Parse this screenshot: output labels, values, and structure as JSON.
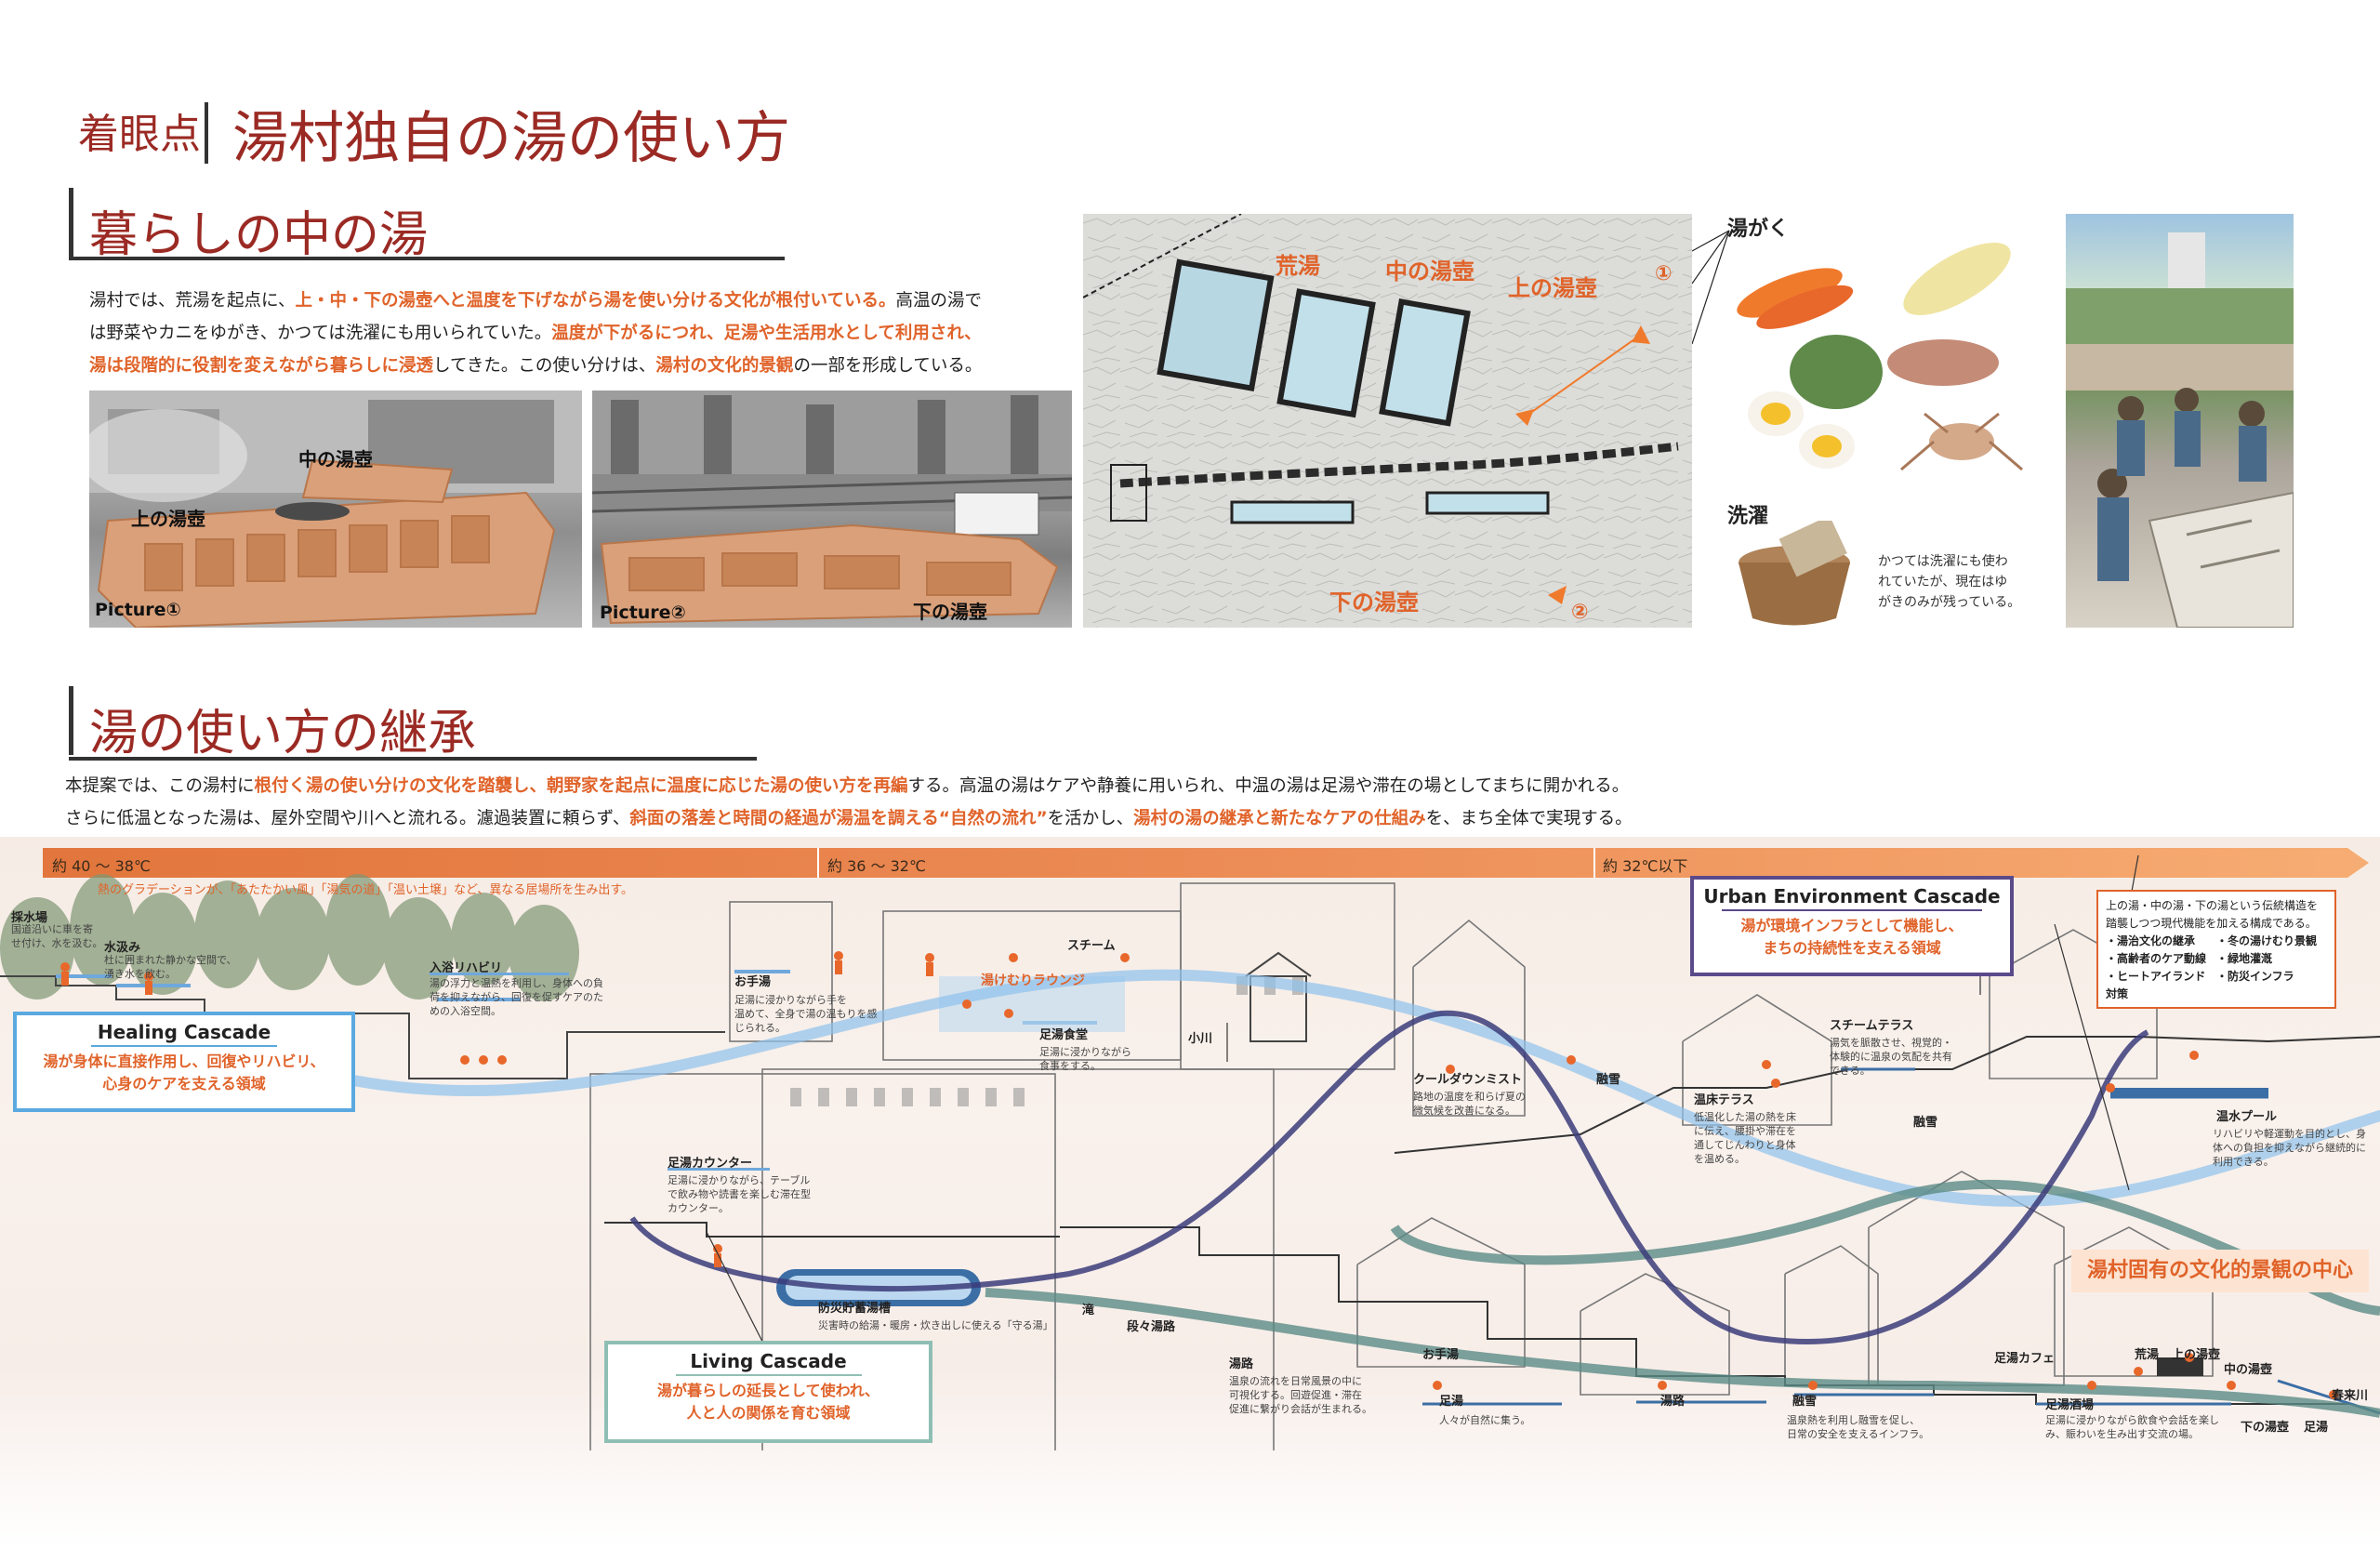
{
  "header": {
    "prefix": "着眼点",
    "title": "湯村独自の湯の使い方"
  },
  "section1": {
    "heading": "暮らしの中の湯",
    "lines": [
      [
        {
          "t": "湯村では、荒湯を起点に、",
          "h": false
        },
        {
          "t": "上・中・下の湯壺へと温度を下げながら湯を使い分ける文化が根付いている。",
          "h": true
        },
        {
          "t": "高温の湯で",
          "h": false
        }
      ],
      [
        {
          "t": "は野菜やカニをゆがき、かつては洗濯にも用いられていた。",
          "h": false
        },
        {
          "t": "温度が下がるにつれ、足湯や生活用水として利用され、",
          "h": true
        }
      ],
      [
        {
          "t": "湯は段階的に役割を変えながら暮らしに浸透",
          "h": true
        },
        {
          "t": "してきた。この使い分けは、",
          "h": false
        },
        {
          "t": "湯村の文化的景観",
          "h": true
        },
        {
          "t": "の一部を形成している。",
          "h": false
        }
      ]
    ]
  },
  "photo1": {
    "top_label": "中の湯壺",
    "mid_label": "上の湯壺",
    "caption": "Picture①"
  },
  "photo2": {
    "caption": "Picture②",
    "label": "下の湯壺"
  },
  "map": {
    "arayu": "荒湯",
    "naka": "中の湯壺",
    "ue": "上の湯壺",
    "shimo": "下の湯壺",
    "m1": "①",
    "m2": "②"
  },
  "yugaku": {
    "title": "湯がく",
    "sentaku": "洗濯",
    "note": [
      "かつては洗濯にも使わ",
      "れていたが、現在はゆ",
      "がきのみが残っている。"
    ]
  },
  "section2": {
    "heading": "湯の使い方の継承",
    "lines": [
      [
        {
          "t": "本提案では、この湯村に",
          "h": false
        },
        {
          "t": "根付く湯の使い分けの文化を踏襲し、朝野家を起点に温度に応じた湯の使い方を再編",
          "h": true
        },
        {
          "t": "する。高温の湯はケアや静養に用いられ、中温の湯は足湯や滞在の場としてまちに開かれる。",
          "h": false
        }
      ],
      [
        {
          "t": "さらに低温となった湯は、屋外空間や川へと流れる。濾過装置に頼らず、",
          "h": false
        },
        {
          "t": "斜面の落差と時間の経過が湯温を調える“自然の流れ”",
          "h": true
        },
        {
          "t": "を活かし、",
          "h": false
        },
        {
          "t": "湯村の湯の継承と新たなケアの仕組み",
          "h": true
        },
        {
          "t": "を、まち全体で実現する。",
          "h": false
        }
      ]
    ]
  },
  "diagram": {
    "temp_bands": [
      "約 40 〜 38℃",
      "約 36 〜 32℃",
      "約 32℃以下"
    ],
    "gradient_note": "熱のグラデーションが、「あたたかい風」「湯気の道」「温い土壌」など、異なる居場所を生み出す。",
    "healing": {
      "title": "Healing Cascade",
      "d1": "湯が身体に直接作用し、回復やリハビリ、",
      "d2": "心身のケアを支える領域"
    },
    "living": {
      "title": "Living Cascade",
      "d1": "湯が暮らしの延長として使われ、",
      "d2": "人と人の関係を育む領域"
    },
    "urban": {
      "title": "Urban Environment Cascade",
      "d1": "湯が環境インフラとして機能し、",
      "d2": "まちの持続性を支える領域"
    },
    "legend": {
      "intro1": "上の湯・中の湯・下の湯という伝統構造を",
      "intro2": "踏襲しつつ現代機能を加える構成である。",
      "items": [
        "・湯治文化の継承",
        "・冬の湯けむり景観",
        "・高齢者のケア動線",
        "・緑地灌漑",
        "・ヒートアイランド対策",
        "・防災インフラ"
      ]
    },
    "center_label": "湯村固有の文化的景観の中心",
    "labels": {
      "saisui": "採水場",
      "saisui_d1": "国道沿いに車を寄",
      "saisui_d2": "せ付け、水を汲む。",
      "mizukumi": "水汲み",
      "mizukumi_d1": "杜に囲まれた静かな空間で、",
      "mizukumi_d2": "湧き水を飲む。",
      "nyuyoku": "入浴リハビリ",
      "nyuyoku_d1": "湯の浮力と温熱を利用し、身体への負",
      "nyuyoku_d2": "荷を抑えながら、回復を促すケアのた",
      "nyuyoku_d3": "めの入浴空間。",
      "otete": "お手湯",
      "otete_d1": "足湯に浸かりながら手を",
      "otete_d2": "温めて、全身で湯の温もりを感",
      "otete_d3": "じられる。",
      "steam": "スチーム",
      "lounge": "湯けむりラウンジ",
      "ashiyu_shokudo": "足湯食堂",
      "shokudo_d1": "足湯に浸かりながら",
      "shokudo_d2": "食事をする。",
      "ogawa": "小川",
      "cooldown": "クールダウンミスト",
      "cool_d1": "路地の温度を和らげ夏の",
      "cool_d2": "微気候を改善になる。",
      "yusetsu1": "融雪",
      "yusetsu2": "融雪",
      "steam_terrace": "スチームテラス",
      "st_d1": "湯気を脈散させ、視覚的・",
      "st_d2": "体験的に温泉の気配を共有",
      "st_d3": "できる。",
      "onsho": "温床テラス",
      "on_d1": "低温化した湯の熱を床",
      "on_d2": "に伝え、腰掛や滞在を",
      "on_d3": "通してじんわりと身体",
      "on_d4": "を温める。",
      "onsui_pool": "温水プール",
      "pool_d1": "リハビリや軽運動を目的とし、身",
      "pool_d2": "体への負担を抑えながら継続的に",
      "pool_d3": "利用できる。",
      "ashiyu_counter": "足湯カウンター",
      "ac_d1": "足湯に浸かりながら、テーブル",
      "ac_d2": "で飲み物や読書を楽しむ滞在型",
      "ac_d3": "カウンター。",
      "bosai": "防災貯蓄湯槽",
      "bosai_d": "災害時の給湯・暖房・炊き出しに使える「守る湯」",
      "taki": "滝",
      "dandan": "段々湯路",
      "yuro": "湯路",
      "yuro_d1": "温泉の流れを日常風景の中に",
      "yuro_d2": "可視化する。回遊促進・滞在",
      "yuro_d3": "促進に繋がり会話が生まれる。",
      "otete2": "お手湯",
      "ashiyu2": "足湯",
      "ashiyu2_d": "人々が自然に集う。",
      "yuro2": "湯路",
      "yusetsu3": "融雪",
      "yusetsu3_d1": "温泉熱を利用し融雪を促し、",
      "yusetsu3_d2": "日常の安全を支えるインフラ。",
      "ashiyu_cafe": "足湯カフェ",
      "ashiyu_sakaba": "足湯酒場",
      "sakaba_d1": "足湯に浸かりながら飲食や会話を楽し",
      "sakaba_d2": "み、賑わいを生み出す交流の場。",
      "arayu": "荒湯",
      "ue": "上の湯壺",
      "naka": "中の湯壺",
      "shimo": "下の湯壺",
      "ashiyu3": "足湯",
      "haruki": "春来川"
    }
  }
}
